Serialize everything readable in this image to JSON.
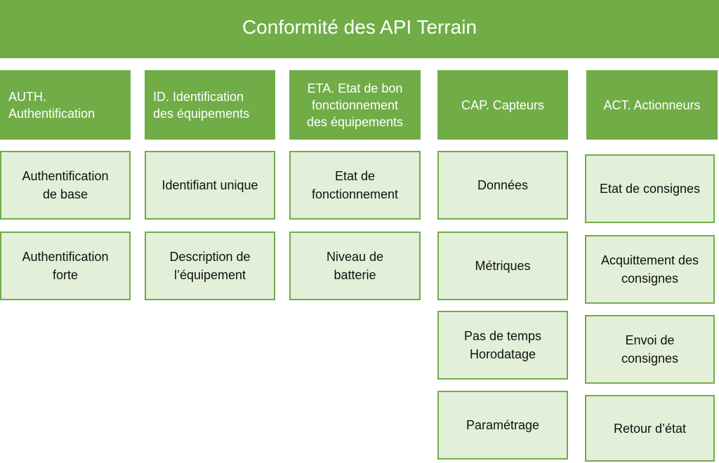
{
  "title": "Conformité des API Terrain",
  "colors": {
    "header_green": "#70ad47",
    "item_fill": "#e2efd9",
    "item_border": "#70ad47",
    "title_text": "#ffffff",
    "item_text": "#111111"
  },
  "columns": [
    {
      "header": [
        "AUTH.",
        "Authentification"
      ],
      "items": [
        [
          "Authentification",
          "de base"
        ],
        [
          "Authentification",
          "forte"
        ]
      ]
    },
    {
      "header": [
        "ID. Identification",
        "des équipements"
      ],
      "items": [
        [
          "Identifiant unique"
        ],
        [
          "Description de",
          "l’équipement"
        ]
      ]
    },
    {
      "header": [
        "ETA. Etat de bon",
        "fonctionnement",
        "des équipements"
      ],
      "items": [
        [
          "Etat de",
          "fonctionnement"
        ],
        [
          "Niveau de",
          "batterie"
        ]
      ]
    },
    {
      "header": [
        "CAP. Capteurs"
      ],
      "items": [
        [
          "Données"
        ],
        [
          "Métriques"
        ],
        [
          "Pas de temps",
          "Horodatage"
        ],
        [
          "Paramétrage"
        ]
      ]
    },
    {
      "header": [
        "ACT. Actionneurs"
      ],
      "items": [
        [
          "Etat de consignes"
        ],
        [
          "Acquittement des",
          "consignes"
        ],
        [
          "Envoi de",
          "consignes"
        ],
        [
          "Retour d’état"
        ]
      ]
    }
  ]
}
